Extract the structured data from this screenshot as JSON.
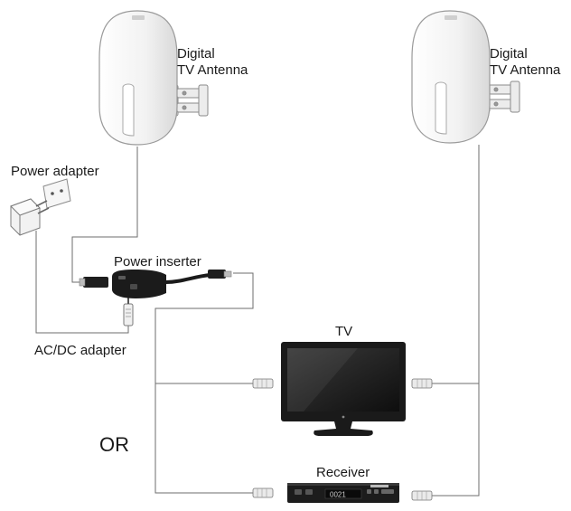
{
  "labels": {
    "antenna_left_line1": "Digital",
    "antenna_left_line2": "TV Antenna",
    "antenna_right_line1": "Digital",
    "antenna_right_line2": "TV Antenna",
    "power_adapter": "Power adapter",
    "power_inserter": "Power inserter",
    "acdc_adapter": "AC/DC adapter",
    "tv": "TV",
    "or": "OR",
    "receiver": "Receiver"
  },
  "receiver_display": "0021",
  "colors": {
    "cable": "#6e6e6e",
    "antenna_body": "#f4f4f4",
    "device_dark": "#1b1b1b",
    "outline": "#9a9a9a"
  }
}
